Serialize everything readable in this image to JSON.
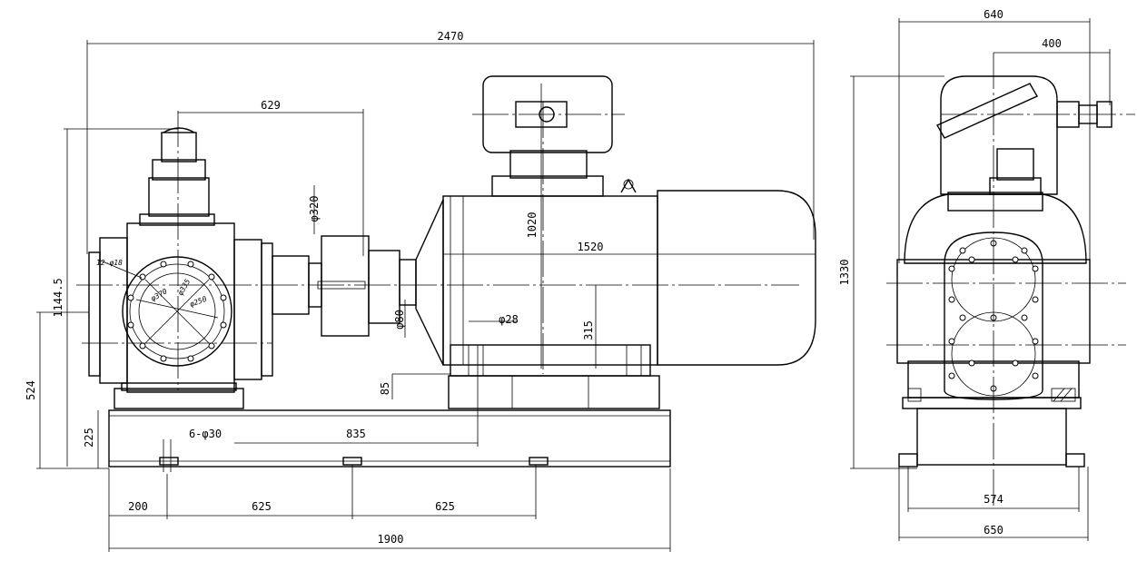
{
  "drawing": {
    "title": "",
    "front_view": {
      "dims": {
        "overall_length": "2470",
        "pump_to_coupling": "629",
        "motor_length": "1520",
        "motor_height": "1020",
        "shaft_height_motor": "315",
        "base_to_motor_foot": "85",
        "pump_to_motor_foot": "835",
        "base_bolts": "6-φ30",
        "motor_bolt": "φ28",
        "coupling_dia": "φ320",
        "shaft_dia": "φ80",
        "flange_bolts": "12-φ18",
        "flange_d1": "φ370",
        "flange_d2": "φ335",
        "flange_d3": "φ250",
        "total_height": "1144.5",
        "shaft_height_total": "524",
        "base_height": "225",
        "bolt_span_a": "200",
        "bolt_span_b": "625",
        "bolt_span_c": "625",
        "base_length": "1900"
      }
    },
    "side_view": {
      "dims": {
        "width_overall": "640",
        "terminal_offset": "400",
        "total_height": "1330",
        "foot_span": "574",
        "base_width": "650"
      }
    }
  }
}
